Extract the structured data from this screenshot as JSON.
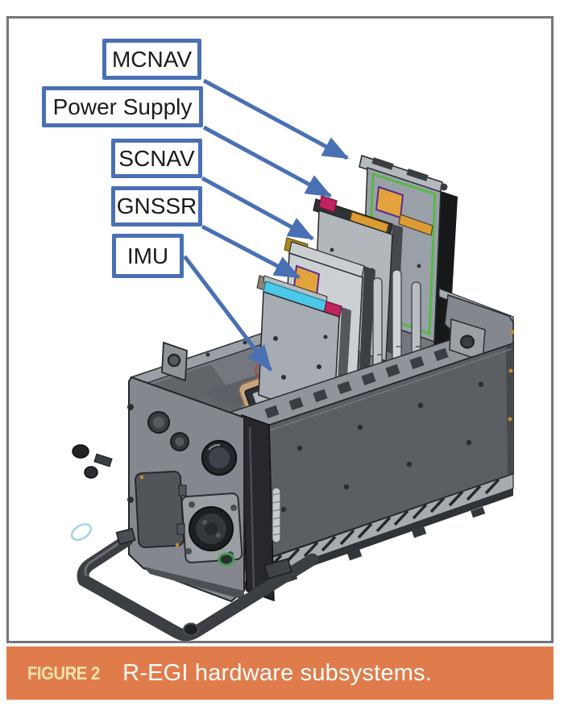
{
  "figure": {
    "labels": [
      {
        "id": "mcnav",
        "text": "MCNAV"
      },
      {
        "id": "power-supply",
        "text": "Power Supply"
      },
      {
        "id": "scnav",
        "text": "SCNAV"
      },
      {
        "id": "gnssr",
        "text": "GNSSR"
      },
      {
        "id": "imu",
        "text": "IMU"
      }
    ],
    "caption": {
      "tag": "FIGURE 2",
      "text": "R-EGI hardware subsystems."
    },
    "colors": {
      "label_border": "#4a70b4",
      "arrow": "#4a70b4",
      "caption_background": "#e07c4c",
      "caption_tag": "#f6e2ab",
      "caption_text": "#ffffff",
      "frame_border": "#75767a",
      "card_accent_green": "#57b847",
      "card_accent_cyan": "#4cc8e8",
      "card_accent_magenta": "#c0245e",
      "card_accent_orange": "#e0a13c",
      "imu_plate_tan": "#c7a47f"
    }
  }
}
